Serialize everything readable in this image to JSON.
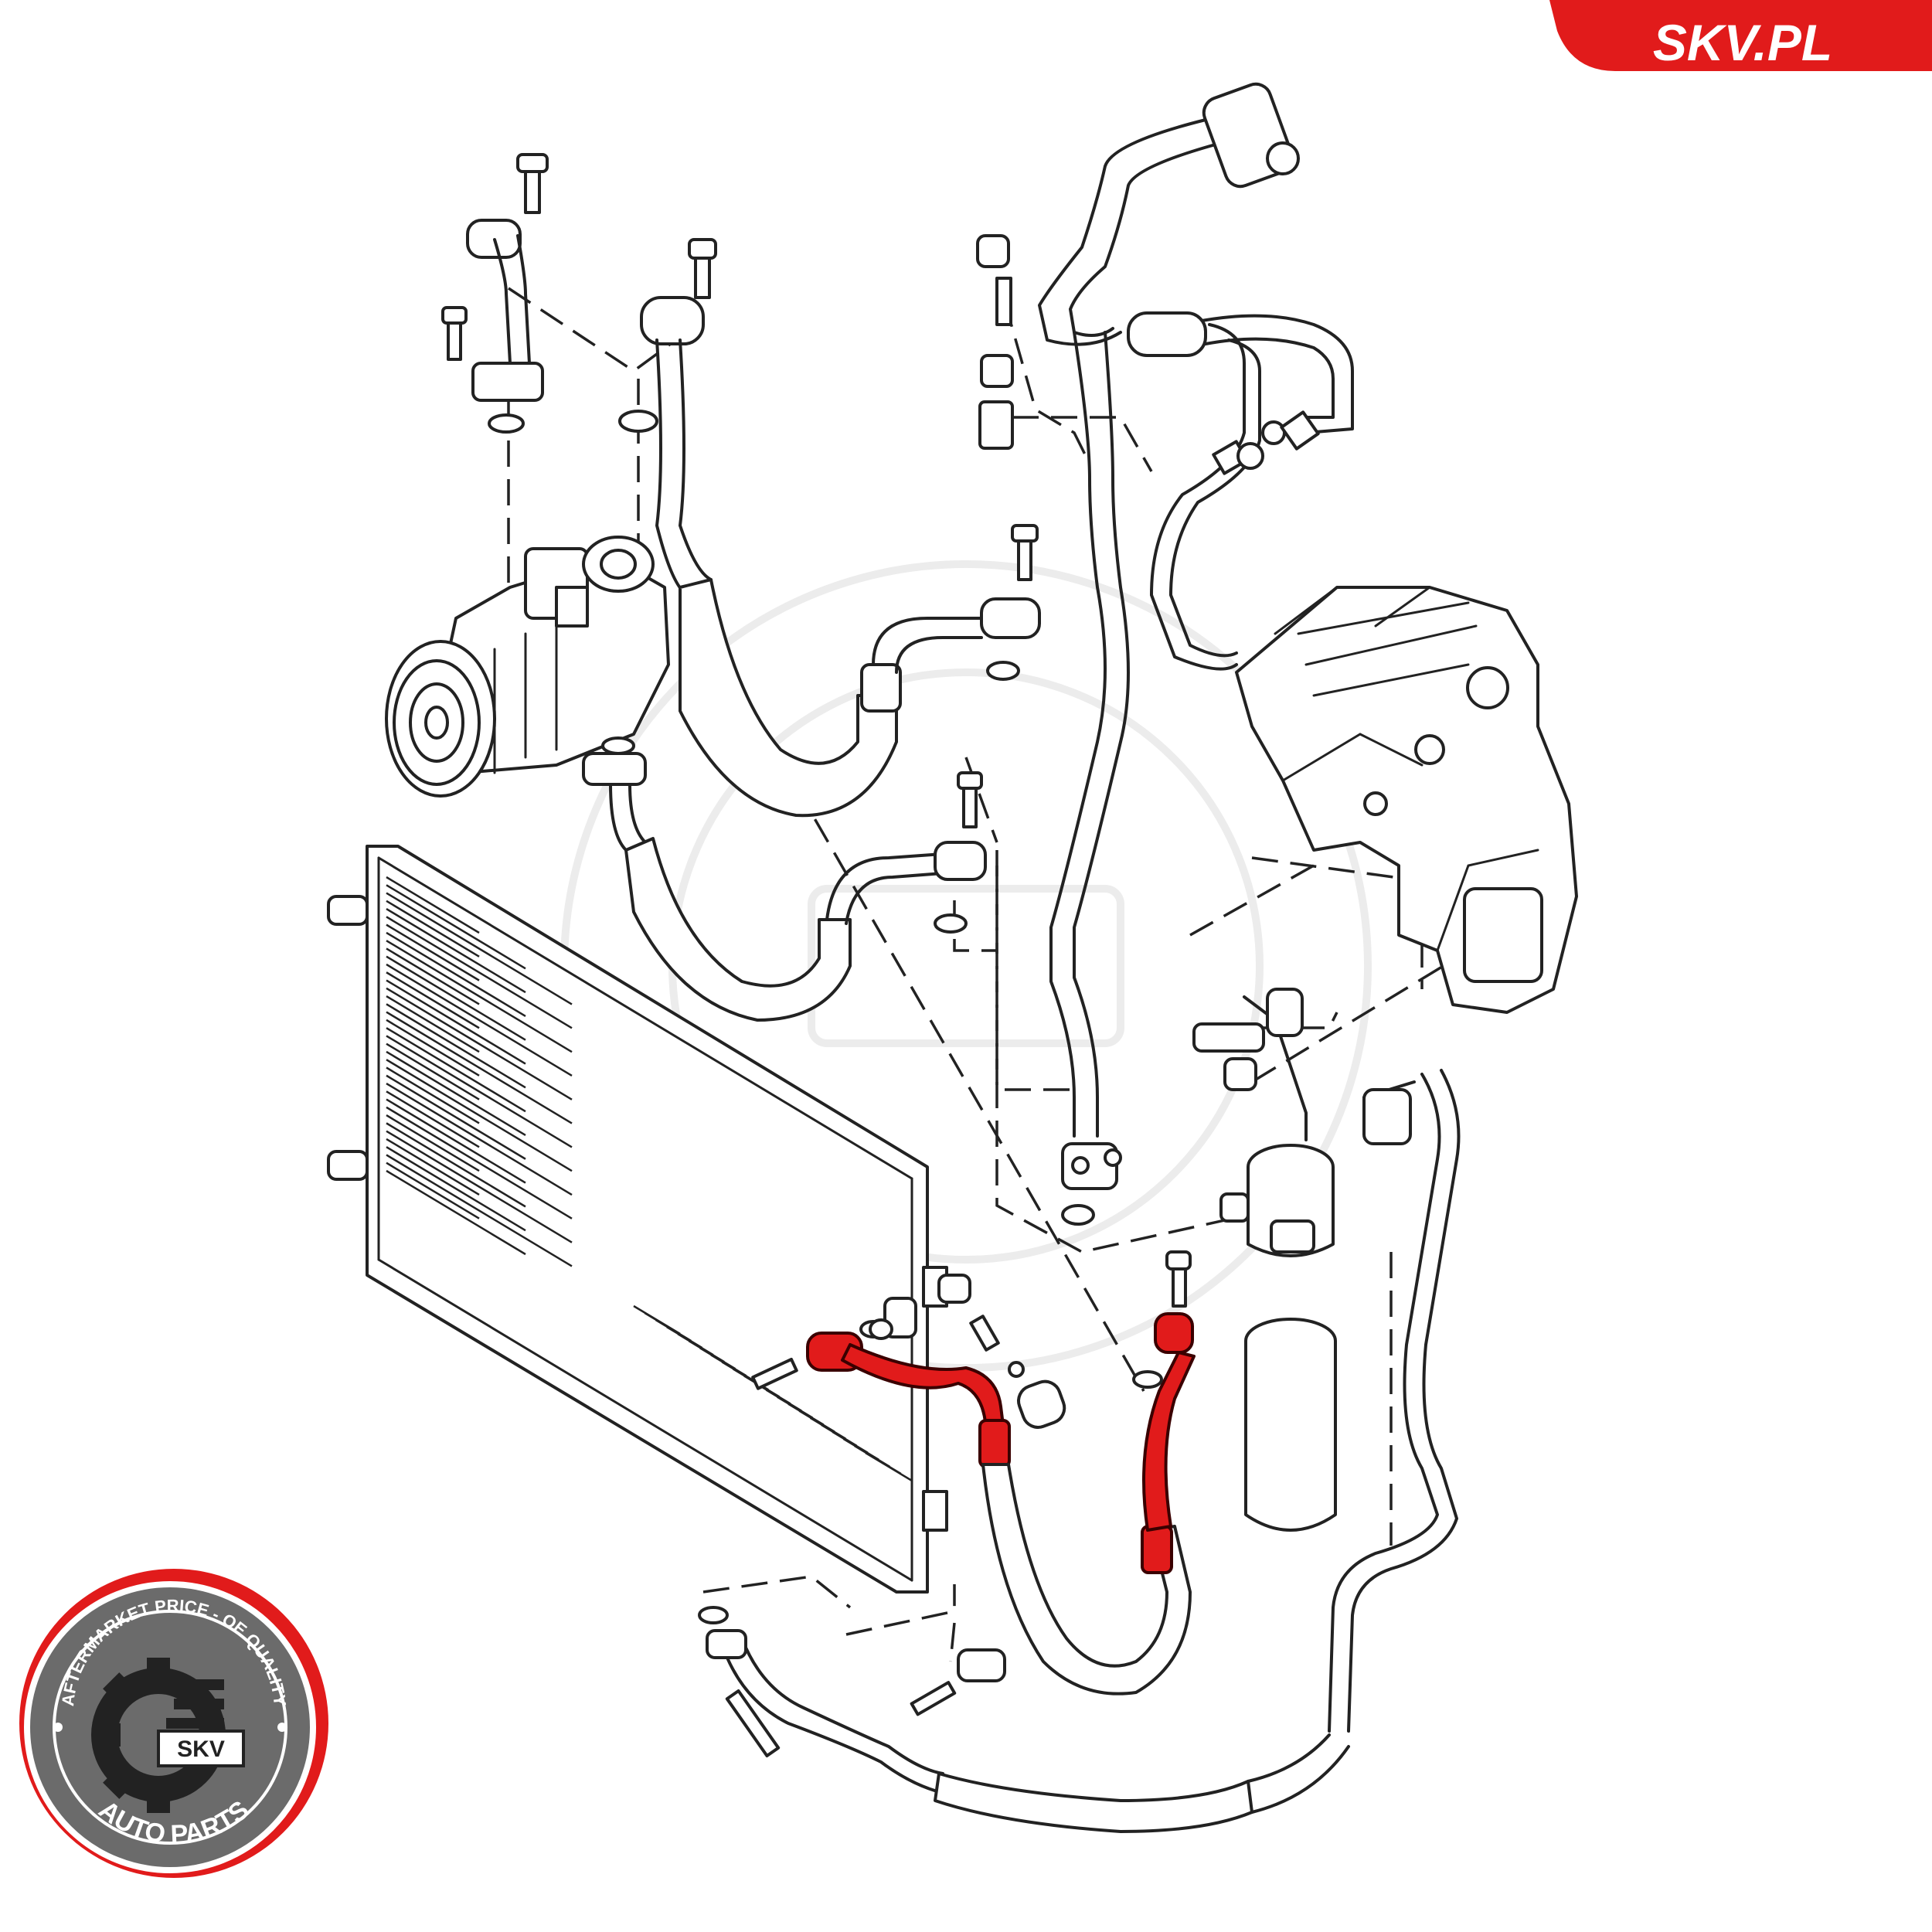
{
  "brand": {
    "site_label": "SKV.PL",
    "badge_ring_text": "AFTERMARKET PRICE - OE QUALITY",
    "badge_bottom_text": "AUTO PARTS",
    "badge_center_text": "SKV",
    "accent_color": "#e11b1b",
    "badge_background": "#6b6b6b"
  },
  "diagram": {
    "highlight_color": "#e11b1b",
    "line_color": "#222222",
    "highlighted_part": "condenser-hose",
    "icons": [
      "compressor-icon",
      "condenser-icon",
      "receiver-drier-icon",
      "pressure-switch-icon",
      "bolt-icon",
      "o-ring-icon"
    ]
  }
}
